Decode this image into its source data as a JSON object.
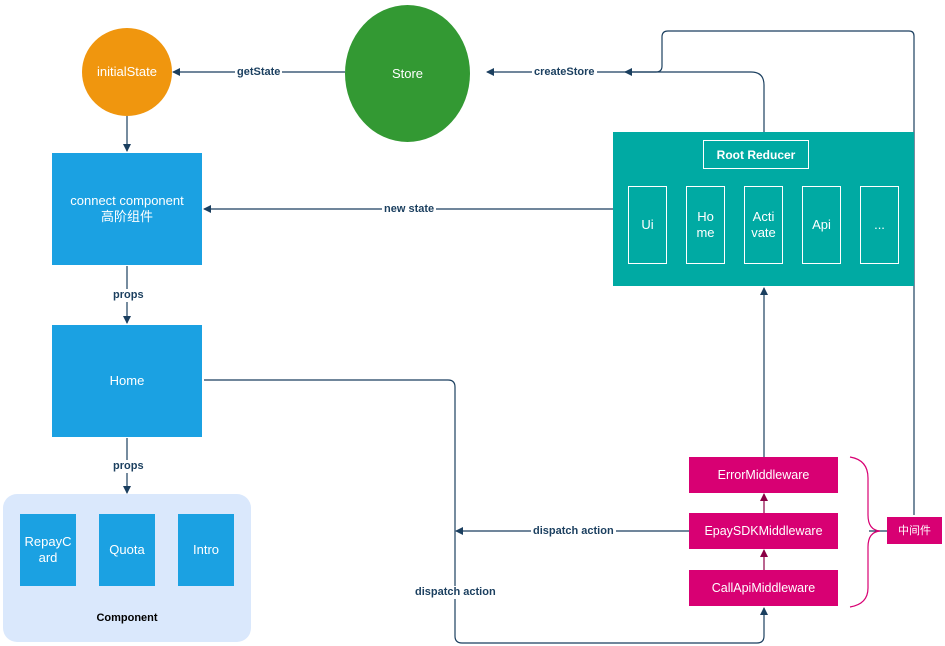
{
  "nodes": {
    "initial_state": "initialState",
    "store": "Store",
    "connect_component": "connect component\n高阶组件",
    "home": "Home",
    "root_reducer": "Root Reducer",
    "reducers": [
      "Ui",
      "Ho\nme",
      "Acti\nvate",
      "Api",
      "..."
    ],
    "components": [
      "RepayC\nard",
      "Quota",
      "Intro"
    ],
    "component_group": "Component",
    "error_middleware": "ErrorMiddleware",
    "epay_sdk_middleware": "EpaySDKMiddleware",
    "call_api_middleware": "CallApiMiddleware",
    "middleware_tag": "中间件"
  },
  "edges": {
    "get_state": "getState",
    "create_store": "createStore",
    "new_state": "new state",
    "props_1": "props",
    "props_2": "props",
    "dispatch_action_1": "dispatch action",
    "dispatch_action_2": "dispatch action"
  },
  "colors": {
    "initial_state": "#f0960e",
    "store": "#339933",
    "blue": "#1ba1e2",
    "teal": "#00aaa3",
    "middleware": "#d80073",
    "component_panel": "#dae8fc",
    "edge": "#1b3f5f"
  }
}
